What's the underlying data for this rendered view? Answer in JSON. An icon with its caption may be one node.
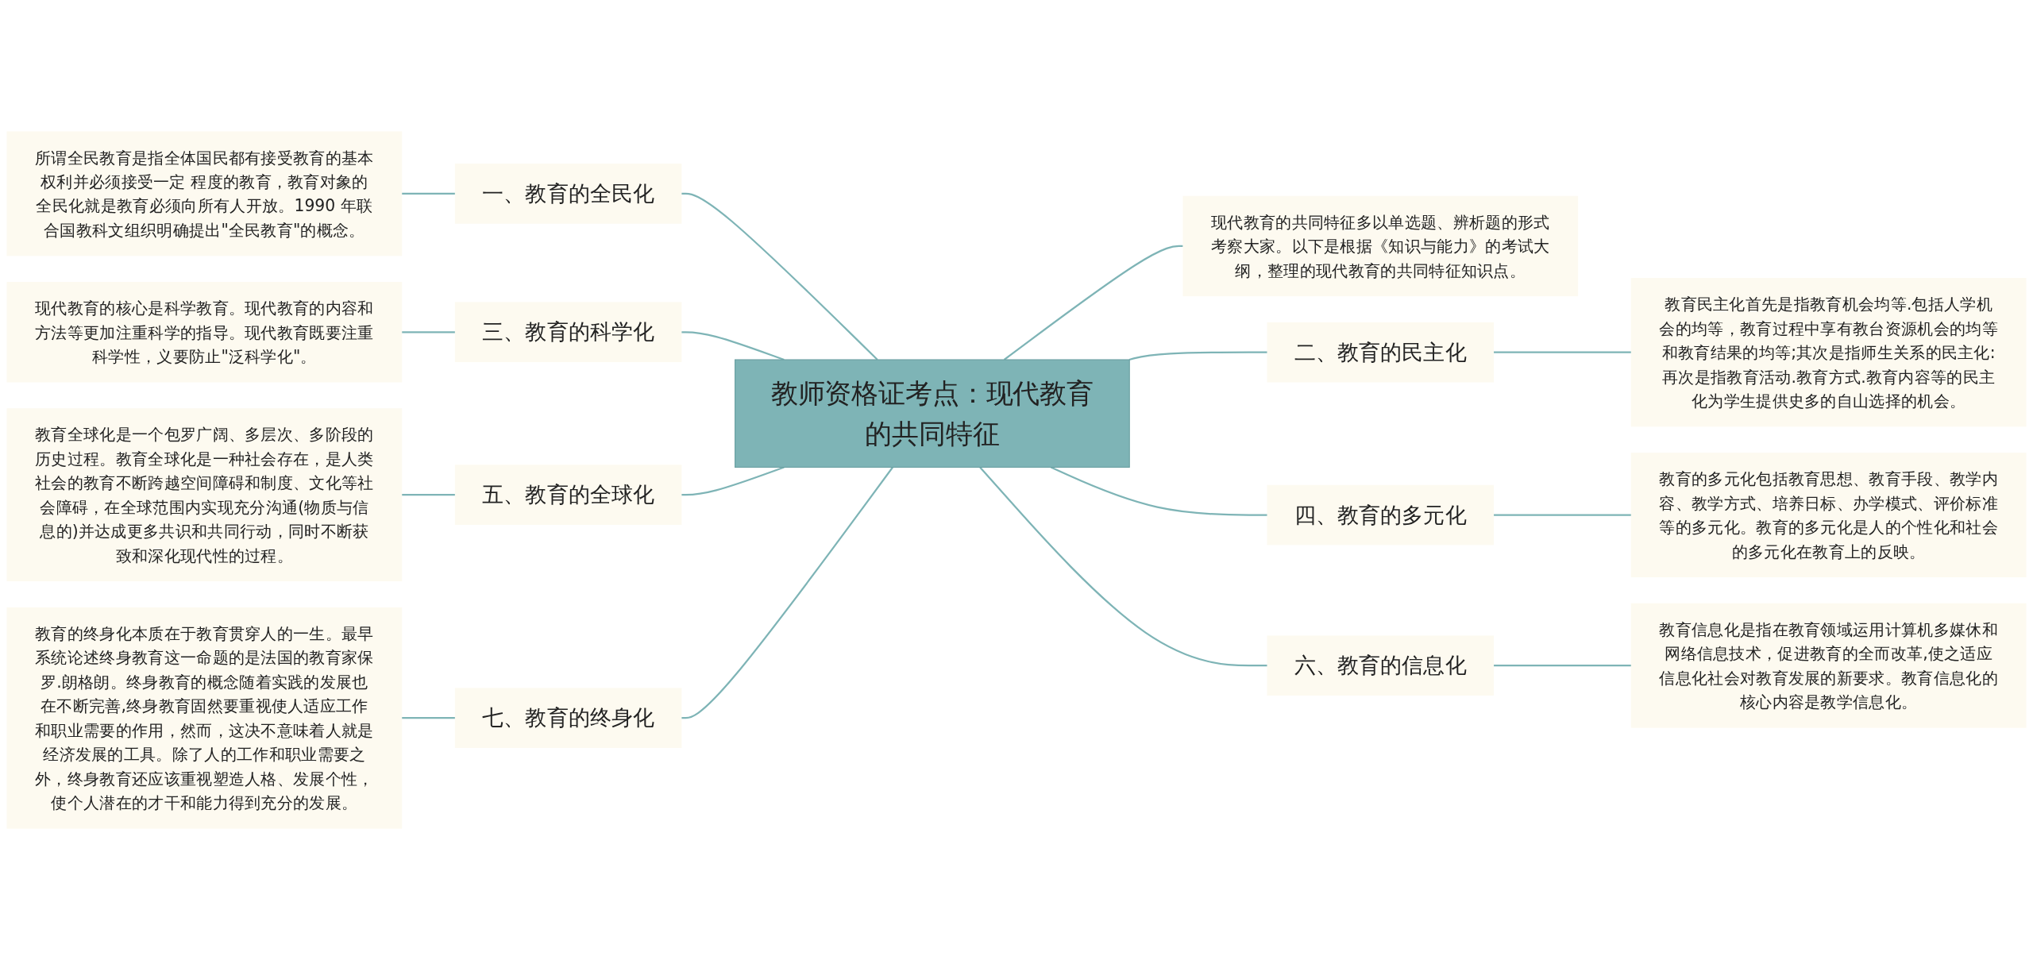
{
  "diagram": {
    "nodes": [
      {
        "text": [
          "教师资格证考点：现代教育的共同特征"
        ]
      },
      {
        "text": [
          "一、教育的全民化"
        ]
      },
      {
        "text": [
          "所谓全民教育是指全体国民都有接受教育的基本权利并必须接受一定 程度的教育，教育对象的全民化就是教育必须向所有人开放。1990 年联合国教科文组织明确提出\"全民教育\"的概念。"
        ]
      },
      {
        "text": [
          "三、教育的科学化"
        ]
      },
      {
        "text": [
          "现代教育的核心是科学教育。现代教育的内容和方法等更加注重科学的指导。现代教育既要注重科学性，义要防止\"泛科学化\"。"
        ]
      },
      {
        "text": [
          "五、教育的全球化"
        ]
      },
      {
        "text": [
          "教育全球化是一个包罗广阔、多层次、多阶段的历史过程。教育全球化是一种社会存在，是人类社会的教育不断跨越空间障碍和制度、文化等社会障碍，在全球范围内实现充分沟通(物质与信息的)并达成更多共识和共同行动，同时不断获致和深化现代性的过程。"
        ]
      },
      {
        "text": [
          "七、教育的终身化"
        ]
      },
      {
        "text": [
          "教育的终身化本质在于教育贯穿人的一生。最早系统论述终身教育这一命题的是法国的教育家保罗.朗格朗。终身教育的概念随着实践的发展也在不断完善,终身教育固然要重视使人适应工作和职业需要的作用，然而，这决不意味着人就是经济发展的工具。除了人的工作和职业需要之外，终身教育还应该重视塑造人格、发展个性，使个人潜在的才干和能力得到充分的发展。"
        ]
      },
      {
        "text": [
          "现代教育的共同特征多以单选题、辨析题的形式考察大家。以下是根据《知识与能力》的考试大纲，整理的现代教育的共同特征知识点。"
        ]
      },
      {
        "text": [
          "二、教育的民主化"
        ]
      },
      {
        "text": [
          "教育民主化首先是指教育机会均等.包括人学机会的均等，教育过程中享有教台资源机会的均等和教育结果的均等;其次是指师生关系的民主化:再次是指教育活动.教育方式.教育内容等的民主化为学生提供史多的自山选择的机会。"
        ]
      },
      {
        "text": [
          "四、教育的多元化"
        ]
      },
      {
        "text": [
          "教育的多元化包括教育思想、教育手段、教学内容、教学方式、培养日标、办学模式、评价标准等的多元化。教育的多元化是人的个性化和社会的多元化在教育上的反映。"
        ]
      },
      {
        "text": [
          "六、教育的信息化"
        ]
      },
      {
        "text": [
          "教育信息化是指在教育领域运用计算机多媒休和网络信息技术，促进教育的全而改革,使之适应信息化社会对教育发展的新要求。教育信息化的核心内容是教学信息化。"
        ]
      }
    ],
    "edges": [
      {
        "from": 0,
        "to": 1,
        "arrow": "none"
      },
      {
        "from": 1,
        "to": 2,
        "arrow": "none"
      },
      {
        "from": 0,
        "to": 3,
        "arrow": "none"
      },
      {
        "from": 3,
        "to": 4,
        "arrow": "none"
      },
      {
        "from": 0,
        "to": 5,
        "arrow": "none"
      },
      {
        "from": 5,
        "to": 6,
        "arrow": "none"
      },
      {
        "from": 0,
        "to": 7,
        "arrow": "none"
      },
      {
        "from": 7,
        "to": 8,
        "arrow": "none"
      },
      {
        "from": 0,
        "to": 9,
        "arrow": "none"
      },
      {
        "from": 0,
        "to": 10,
        "arrow": "none"
      },
      {
        "from": 10,
        "to": 11,
        "arrow": "none"
      },
      {
        "from": 0,
        "to": 12,
        "arrow": "none"
      },
      {
        "from": 12,
        "to": 13,
        "arrow": "none"
      },
      {
        "from": 0,
        "to": 14,
        "arrow": "none"
      },
      {
        "from": 14,
        "to": 15,
        "arrow": "none"
      }
    ]
  }
}
